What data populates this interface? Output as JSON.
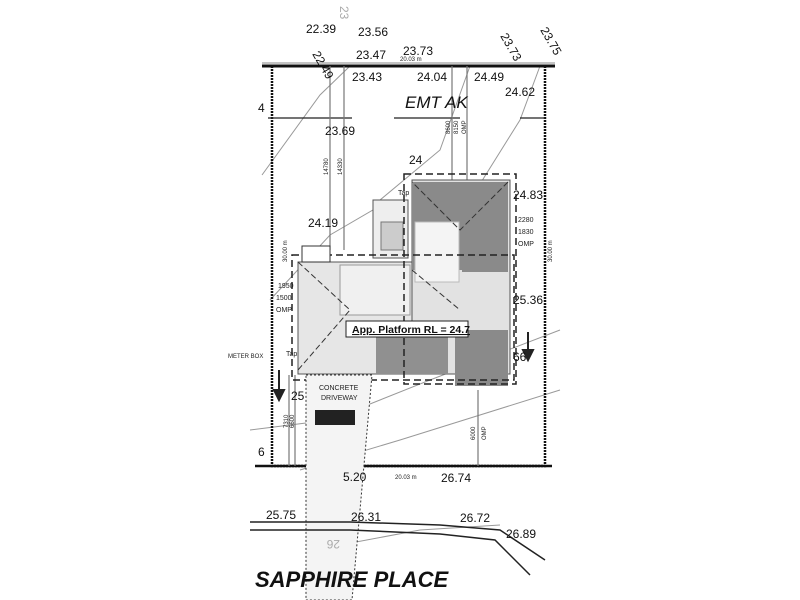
{
  "street_name": "SAPPHIRE PLACE",
  "easement_label": "EMT AK",
  "platform_label": "App. Platform RL = 24.7",
  "driveway_label": [
    "CONCRETE",
    "DRIVEWAY"
  ],
  "meter_box_label": "METER BOX",
  "tap_labels": [
    "Tap",
    "Tap"
  ],
  "boundary_lengths": [
    "20.03 m",
    "20.03 m",
    "30.00 m",
    "30.00 m"
  ],
  "spot_levels": [
    "22.39",
    "23.56",
    "23.47",
    "23.73",
    "23.43",
    "24.04",
    "24.49",
    "24.62",
    "23.73",
    "23.75",
    "22.49",
    "23.69",
    "24",
    "24.83",
    "24.19",
    "25.36",
    "66",
    "25",
    "6",
    "5.20",
    "26.74",
    "25.75",
    "26.31",
    "26.72",
    "26.89",
    "23",
    "26",
    "4"
  ],
  "setbacks": [
    "14780",
    "14330",
    "8600",
    "8150",
    "OMP",
    "2280",
    "1830",
    "OMP",
    "1950",
    "1500",
    "OMP",
    "7310",
    "6600",
    "6000",
    "OMP"
  ]
}
